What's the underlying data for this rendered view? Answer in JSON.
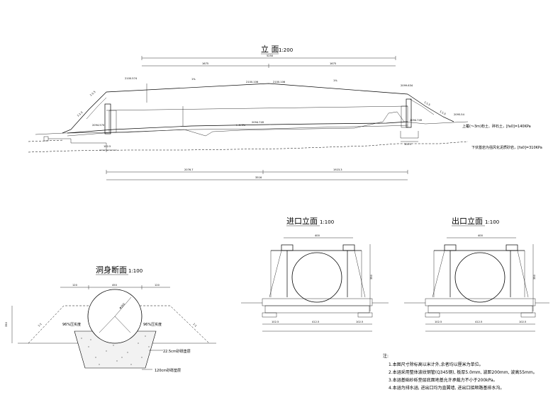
{
  "views": {
    "elevation": {
      "title": "立 面",
      "scale": "1:200",
      "dims_top": [
        "5250",
        "1675",
        "1675"
      ],
      "dims_bottom": [
        "3516",
        "2076.7",
        "1923.3"
      ],
      "elevations": [
        "2100.574",
        "2100.106",
        "2100.106",
        "2099.634",
        "2094.570",
        "2094.749",
        "2094.749",
        "2095.54"
      ],
      "slopes": [
        "1%",
        "1%",
        "1:1.5",
        "1:1.5",
        "1:1.5",
        "1:1.5"
      ],
      "grade": "i=0.3%",
      "soil_note_1": "上覆(～3m)粉土、碎石土，[fa0]=140KPa",
      "soil_note_2": "下伏基岩为强风化泥质砂岩，[fa0]=310KPa"
    },
    "section": {
      "title": "洞身断面",
      "scale": "1:100",
      "dims": [
        "120",
        "450",
        "120"
      ],
      "height": "350",
      "fill_left": "96%压实度",
      "fill_right": "96%压实度",
      "diameter": "Φ350",
      "layer1": "22.5cm砂砾垫层",
      "layer2": "120cm砂砾垫层",
      "slope1": "1:1",
      "slope2": "1:1"
    },
    "inlet": {
      "title": "进口立面",
      "scale": "1:100",
      "dims_top": [
        "400"
      ],
      "dims_bottom": [
        "102.5",
        "412.5",
        "102.5"
      ],
      "height": "350"
    },
    "outlet": {
      "title": "出口立面",
      "scale": "1:100",
      "dims_top": [
        "400"
      ],
      "dims_bottom": [
        "102.5",
        "412.5",
        "102.5"
      ],
      "height": "350"
    }
  },
  "notes": {
    "heading": "注:",
    "lines": [
      "1.本图尺寸除标高以米计外,余者均以厘米为单位。",
      "2.本涵采用整体波纹钢管(Q345钢), 板厚5.0mm, 波距200mm, 波高55mm。",
      "3.本涵基础砂砾垫层底面地基允许承载力不小于200kPa。",
      "4.本涵为排水涵, 进出口均为直翼墙, 进出口接顺路基排水沟。"
    ]
  }
}
